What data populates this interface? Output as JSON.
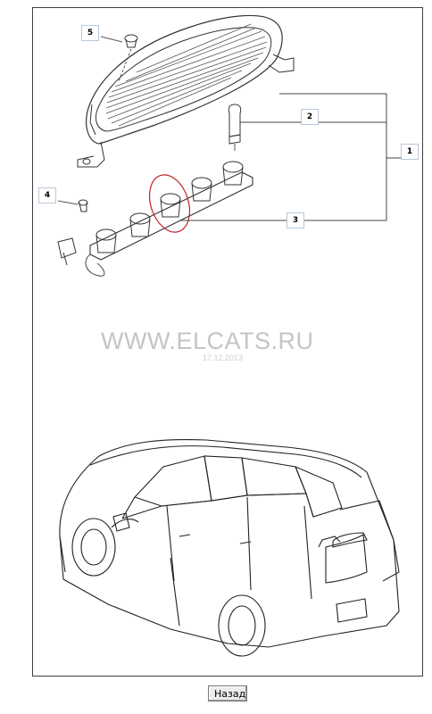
{
  "diagram": {
    "callouts": [
      {
        "id": "5",
        "label": "5"
      },
      {
        "id": "2",
        "label": "2"
      },
      {
        "id": "1",
        "label": "1"
      },
      {
        "id": "4",
        "label": "4"
      },
      {
        "id": "3",
        "label": "3"
      }
    ],
    "highlight_color": "#c0202a"
  },
  "watermark": {
    "site": "WWW.ELCATS.RU",
    "date": "17.12.2013"
  },
  "nav": {
    "back_label": "Назад"
  }
}
